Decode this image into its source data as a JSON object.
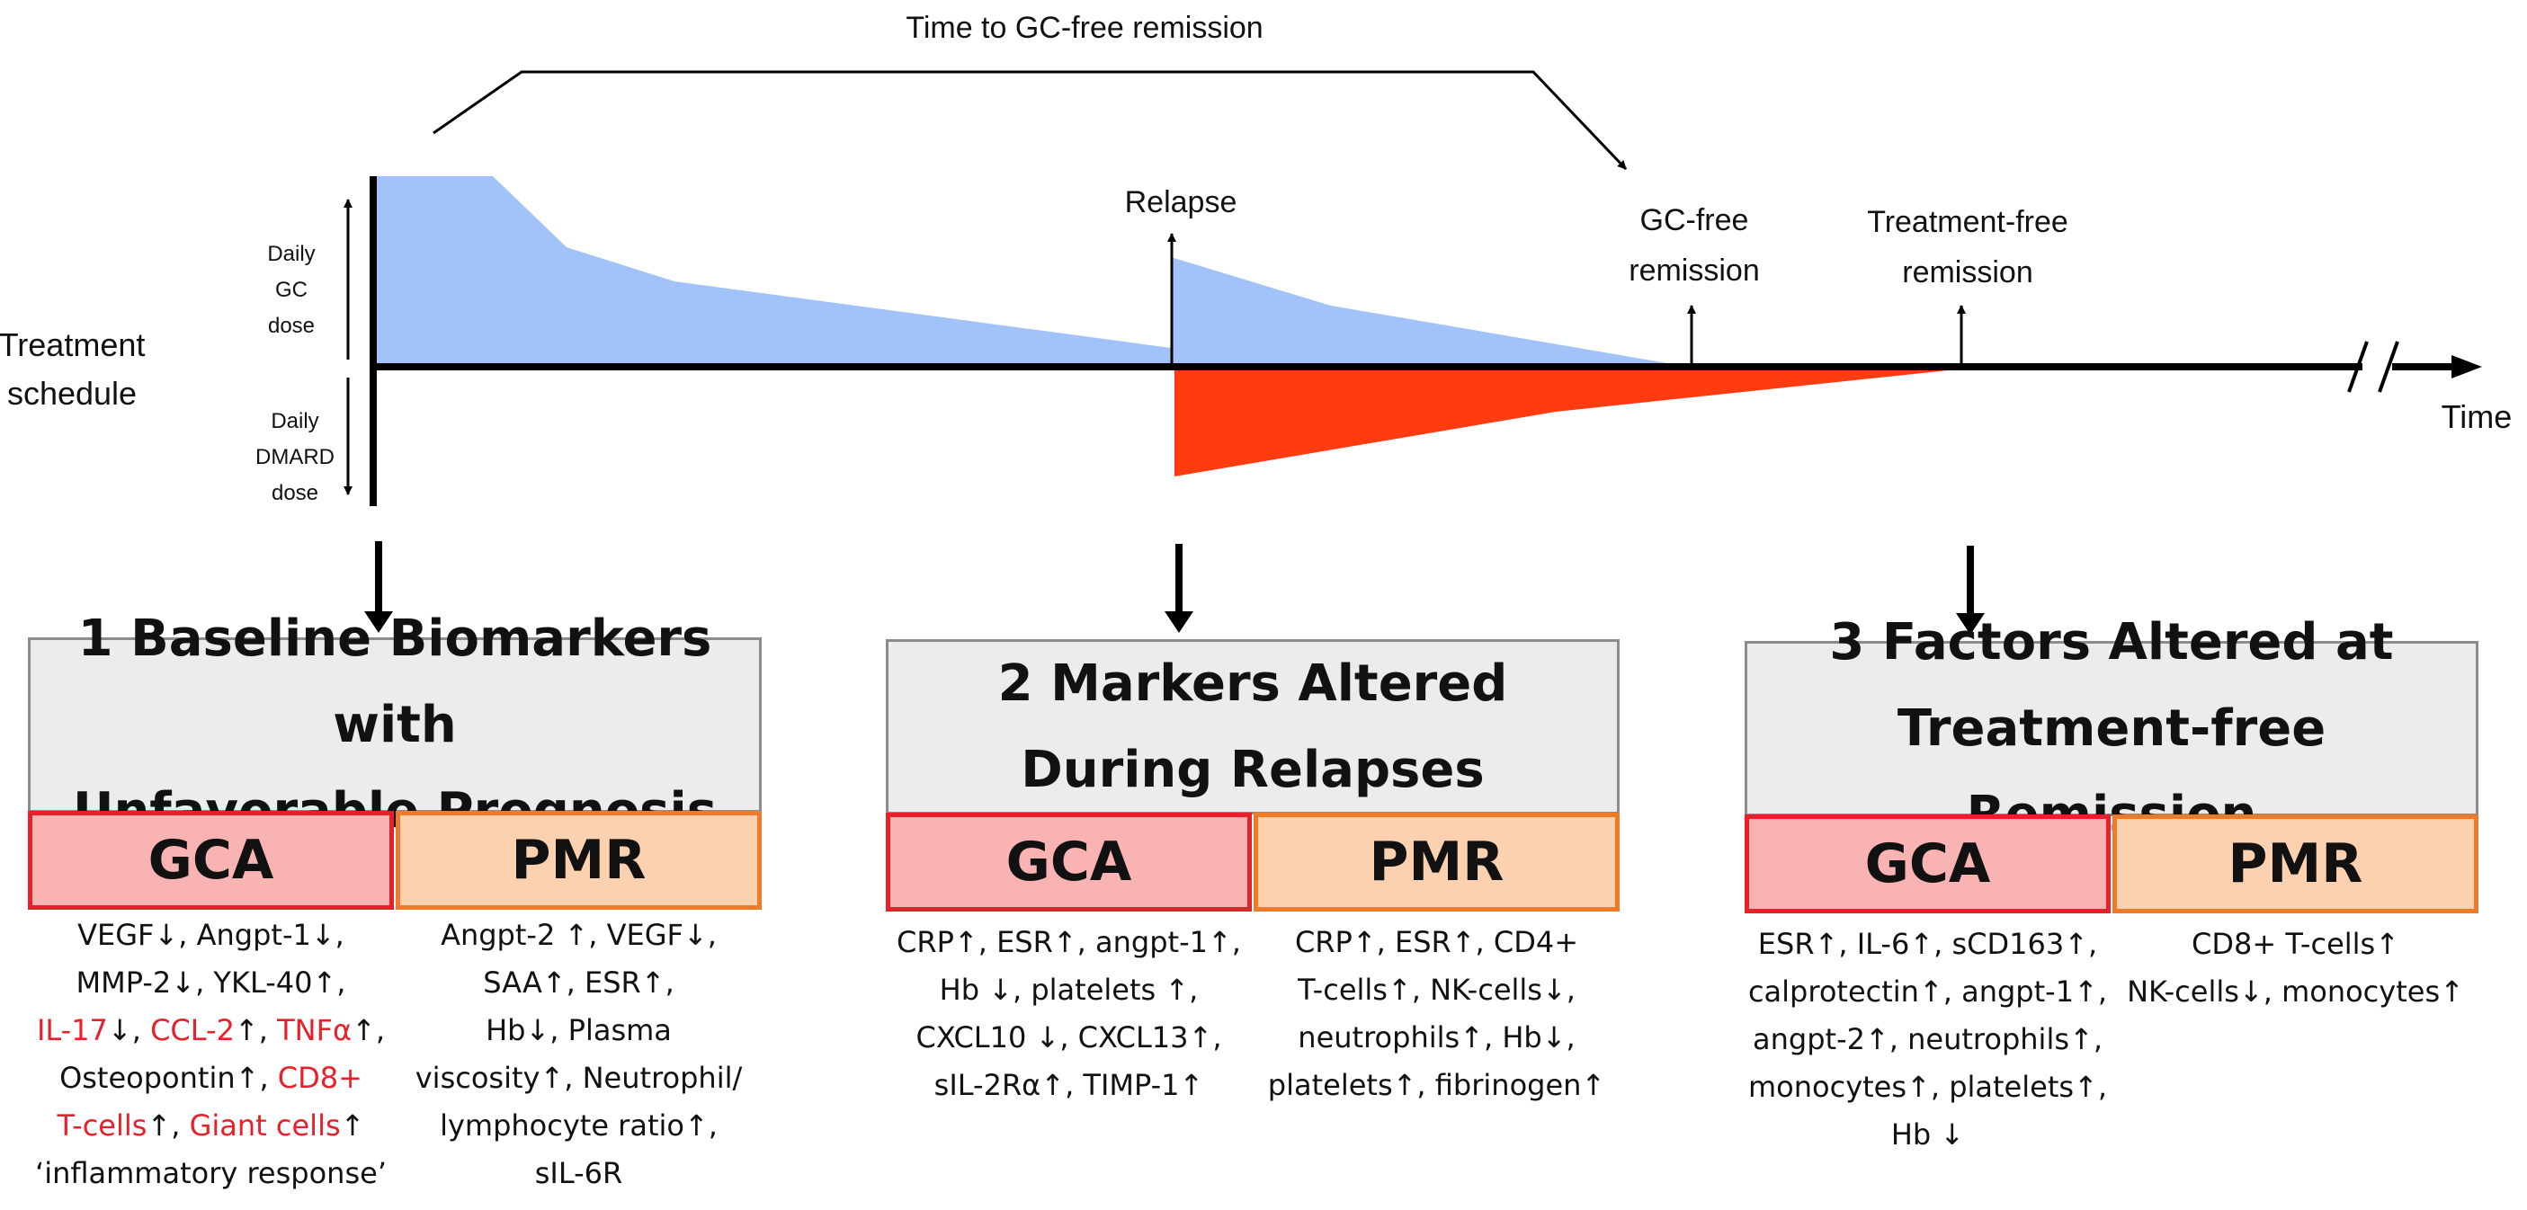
{
  "timeline": {
    "top_label": "Time to GC-free remission",
    "side_label_lines": [
      "Treatment",
      "schedule"
    ],
    "gc_axis_lines": [
      "Daily",
      "GC",
      "dose"
    ],
    "dmard_axis_lines": [
      "Daily",
      "DMARD",
      "dose"
    ],
    "relapse_label": "Relapse",
    "gc_free_lines": [
      "GC-free",
      "remission"
    ],
    "treatment_free_lines": [
      "Treatment-",
      "free",
      "remission"
    ],
    "time_label": "Time",
    "colors": {
      "gc_dose": "#a2c3fa",
      "dmard_dose": "#ff3b12",
      "axis": "#000000"
    }
  },
  "panels": [
    {
      "title_lines": [
        "1 Baseline Biomarkers with",
        "Unfavorable Prognosis"
      ],
      "gca_label": "GCA",
      "pmr_label": "PMR",
      "gca_lines": [
        [
          {
            "t": "VEGF↓, Angpt-1↓,"
          }
        ],
        [
          {
            "t": "MMP-2↓, YKL-40↑,"
          }
        ],
        [
          {
            "t": "IL-17",
            "red": true
          },
          {
            "t": "↓, "
          },
          {
            "t": "CCL-2",
            "red": true
          },
          {
            "t": "↑, "
          },
          {
            "t": "TNFα",
            "red": true
          },
          {
            "t": "↑,"
          }
        ],
        [
          {
            "t": "Osteopontin↑, "
          },
          {
            "t": "CD8+",
            "red": true
          }
        ],
        [
          {
            "t": "T-cells",
            "red": true
          },
          {
            "t": "↑, "
          },
          {
            "t": "Giant cells",
            "red": true
          },
          {
            "t": "↑"
          }
        ],
        [
          {
            "t": "‘inflammatory response’"
          }
        ]
      ],
      "pmr_lines": [
        [
          {
            "t": "Angpt-2 ↑, VEGF↓,"
          }
        ],
        [
          {
            "t": "SAA↑, ESR↑,"
          }
        ],
        [
          {
            "t": "Hb↓, Plasma"
          }
        ],
        [
          {
            "t": "viscosity↑, Neutrophil/"
          }
        ],
        [
          {
            "t": "lymphocyte ratio↑,"
          }
        ],
        [
          {
            "t": "sIL-6R"
          }
        ]
      ]
    },
    {
      "title_lines": [
        "2 Markers Altered",
        "During Relapses"
      ],
      "gca_label": "GCA",
      "pmr_label": "PMR",
      "gca_lines": [
        [
          {
            "t": "CRP↑, ESR↑, angpt-1↑,"
          }
        ],
        [
          {
            "t": "Hb ↓, platelets ↑,"
          }
        ],
        [
          {
            "t": "CXCL10 ↓, CXCL13↑,"
          }
        ],
        [
          {
            "t": "sIL-2Rα↑, TIMP-1↑"
          }
        ]
      ],
      "pmr_lines": [
        [
          {
            "t": "CRP↑, ESR↑, CD4+"
          }
        ],
        [
          {
            "t": "T-cells↑, NK-cells↓,"
          }
        ],
        [
          {
            "t": "neutrophils↑, Hb↓,"
          }
        ],
        [
          {
            "t": "platelets↑, fibrinogen↑"
          }
        ]
      ]
    },
    {
      "title_lines": [
        "3 Factors Altered at",
        "Treatment-free Remission"
      ],
      "gca_label": "GCA",
      "pmr_label": "PMR",
      "gca_lines": [
        [
          {
            "t": "ESR↑, IL-6↑, sCD163↑,"
          }
        ],
        [
          {
            "t": "calprotectin↑,  angpt-1↑,"
          }
        ],
        [
          {
            "t": "angpt-2↑, neutrophils↑,"
          }
        ],
        [
          {
            "t": "monocytes↑, platelets↑,"
          }
        ],
        [
          {
            "t": "Hb ↓"
          }
        ]
      ],
      "pmr_lines": [
        [
          {
            "t": "CD8+ T-cells↑"
          }
        ],
        [
          {
            "t": "NK-cells↓, monocytes↑"
          }
        ]
      ]
    }
  ]
}
